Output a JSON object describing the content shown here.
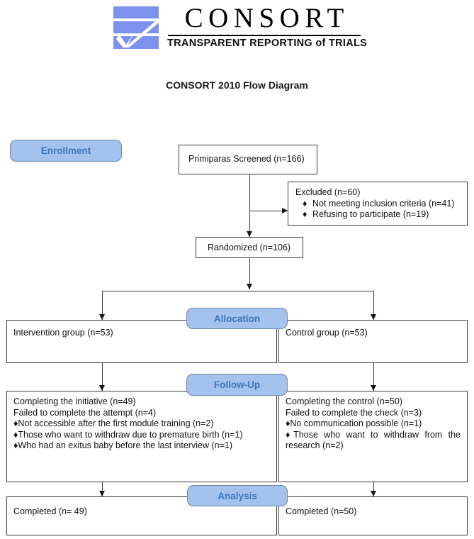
{
  "logo": {
    "wordmark": "CONSORT",
    "tagline": "TRANSPARENT REPORTING of TRIALS",
    "mark_name": "consort-logo-mark",
    "bar_color": "#7c92ee"
  },
  "title": "CONSORT 2010 Flow Diagram",
  "phases": {
    "enrollment": "Enrollment",
    "allocation": "Allocation",
    "followup": "Follow-Up",
    "analysis": "Analysis"
  },
  "colors": {
    "phase_fill": "#a3c2ee",
    "phase_text": "#3c76bb",
    "phase_border": "#6f87a8",
    "box_border": "#3b3b3b",
    "connector": "#3b3b3b"
  },
  "nodes": {
    "screened": "Primiparas Screened (n=166)",
    "excluded_title": "Excluded (n=60)",
    "excluded_items": [
      "Not meeting inclusion criteria (n=41)",
      "Refusing to participate (n=19)"
    ],
    "randomized": "Randomized (n=106)",
    "intervention_group": "Intervention group (n=53)",
    "control_group": "Control group (n=53)",
    "followup_intervention": "Completing the initiative (n=49)\nFailed to complete the attempt (n=4)\n♦Not accessible after the first module training (n=2)\n♦Those who want to withdraw due to premature birth (n=1)\n♦Who had an exitus baby before the last interview (n=1)",
    "followup_control": "Completing the control (n=50)\nFailed to complete the check (n=3)\n♦No communication possible (n=1)\n♦Those who want to withdraw from the research (n=2)",
    "analysis_intervention": "Completed (n= 49)",
    "analysis_control": "Completed (n=50)"
  }
}
